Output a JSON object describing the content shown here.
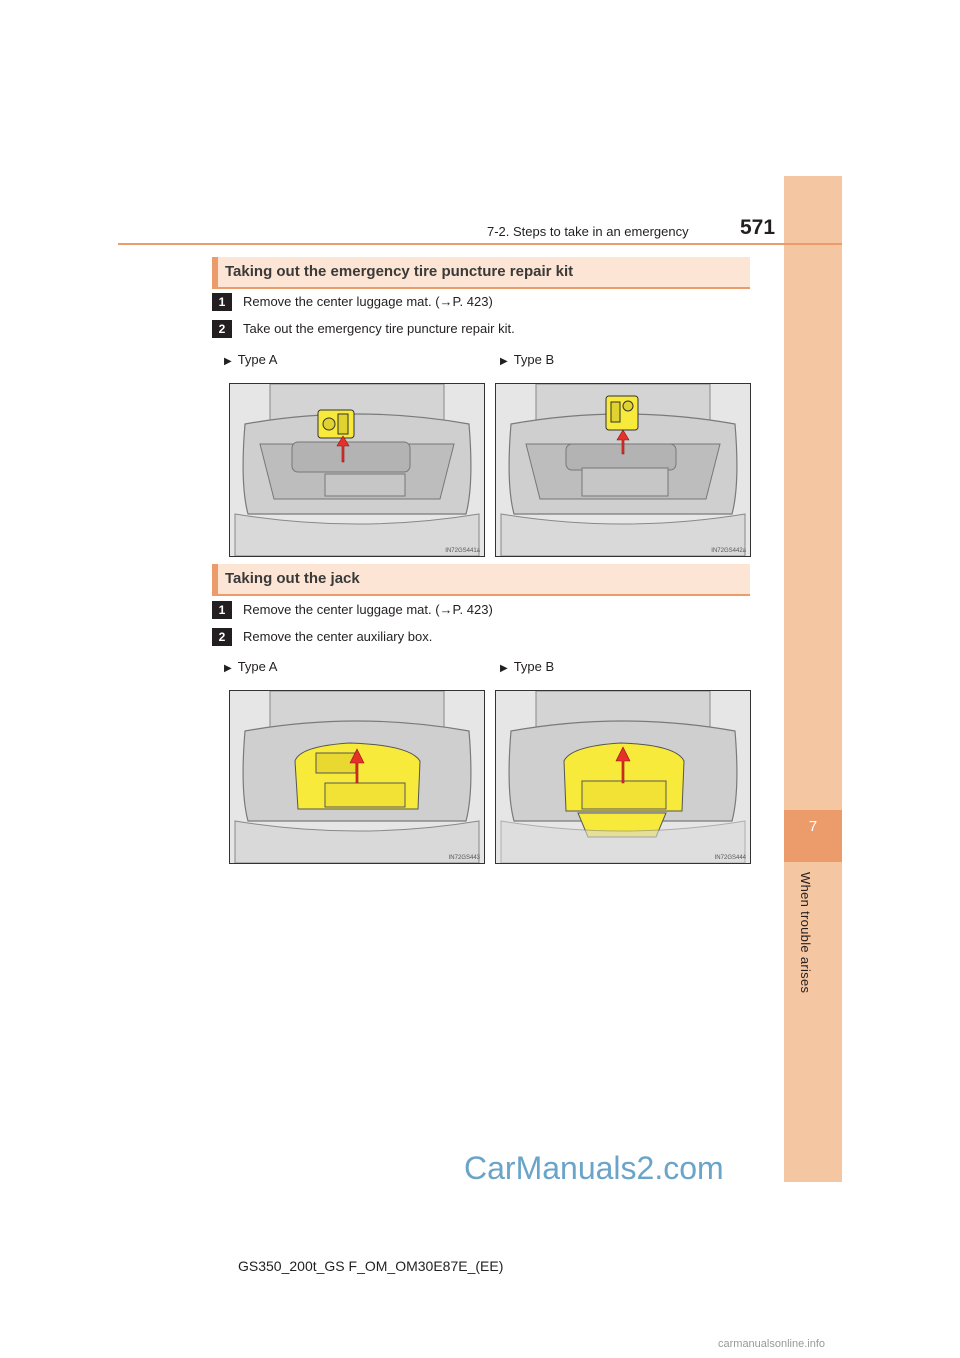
{
  "header": {
    "section": "7-2. Steps to take in an emergency",
    "page": "571"
  },
  "side_tab": {
    "chapter_number": "7",
    "chapter_title": "When trouble arises"
  },
  "sections": [
    {
      "title": "Taking out the emergency tire puncture repair kit",
      "steps": [
        {
          "num": "1",
          "text": "Remove the center luggage mat. (→P. 423)"
        },
        {
          "num": "2",
          "text": "Take out the emergency tire puncture repair kit."
        }
      ],
      "types": [
        "Type A",
        "Type B"
      ],
      "figure_codes": [
        "IN72GS441a",
        "IN72GS442a"
      ]
    },
    {
      "title": "Taking out the jack",
      "steps": [
        {
          "num": "1",
          "text": "Remove the center luggage mat. (→P. 423)"
        },
        {
          "num": "2",
          "text": "Remove the center auxiliary box."
        }
      ],
      "types": [
        "Type A",
        "Type B"
      ],
      "figure_codes": [
        "IN72GS443",
        "IN72GS444"
      ]
    }
  ],
  "footer": "GS350_200t_GS F_OM_OM30E87E_(EE)",
  "watermark": "CarManuals2.com",
  "watermark2": "carmanualsonline.info",
  "colors": {
    "accent": "#ec9b6b",
    "tab_light": "#f5c6a2",
    "highlight": "#f7ea3a",
    "arrow": "#e8302a"
  }
}
